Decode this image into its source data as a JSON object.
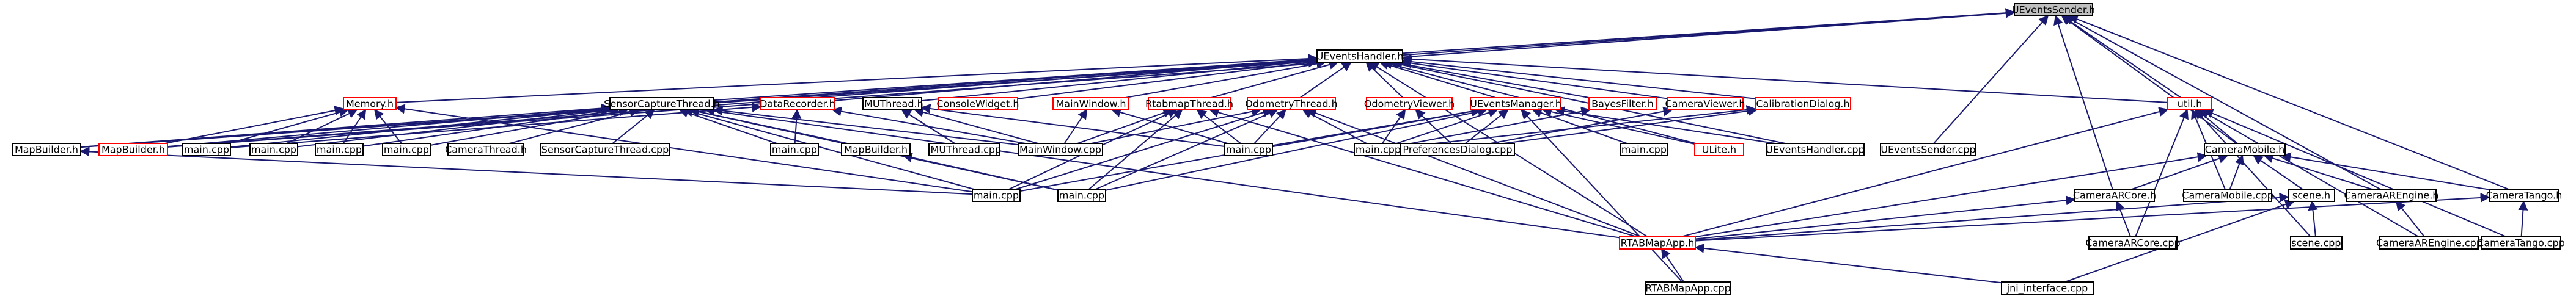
{
  "graph": {
    "colors": {
      "edge": "#191970",
      "node_border_normal": "#000000",
      "node_border_red": "#ff0000",
      "root_fill": "#bfbfbf",
      "node_fill": "#ffffff"
    },
    "nodes": [
      {
        "id": "n_uevents_sender_h",
        "label": "UEventsSender.h",
        "style": "root"
      },
      {
        "id": "n_uevents_handler_h",
        "label": "UEventsHandler.h",
        "style": "normal"
      },
      {
        "id": "n_memory_h",
        "label": "Memory.h",
        "style": "red"
      },
      {
        "id": "n_sensor_capture_thread_h",
        "label": "SensorCaptureThread.h",
        "style": "normal"
      },
      {
        "id": "n_datarecorder_h",
        "label": "DataRecorder.h",
        "style": "red"
      },
      {
        "id": "n_imuthread_h",
        "label": "IMUThread.h",
        "style": "normal"
      },
      {
        "id": "n_consolewidget_h",
        "label": "ConsoleWidget.h",
        "style": "red"
      },
      {
        "id": "n_mainwindow_h",
        "label": "MainWindow.h",
        "style": "red"
      },
      {
        "id": "n_rtabmapthread_h",
        "label": "RtabmapThread.h",
        "style": "red"
      },
      {
        "id": "n_odometrythread_h",
        "label": "OdometryThread.h",
        "style": "red"
      },
      {
        "id": "n_odometryviewer_h",
        "label": "OdometryViewer.h",
        "style": "red"
      },
      {
        "id": "n_ueventsmanager_h",
        "label": "UEventsManager.h",
        "style": "red"
      },
      {
        "id": "n_bayesfilter_h",
        "label": "BayesFilter.h",
        "style": "red"
      },
      {
        "id": "n_cameraviewer_h",
        "label": "CameraViewer.h",
        "style": "red"
      },
      {
        "id": "n_calibrationdialog_h",
        "label": "CalibrationDialog.h",
        "style": "red"
      },
      {
        "id": "n_util_h",
        "label": "util.h",
        "style": "red"
      },
      {
        "id": "n_mapbuilder_h_1",
        "label": "MapBuilder.h",
        "style": "normal"
      },
      {
        "id": "n_mapbuilder_h_2",
        "label": "MapBuilder.h",
        "style": "red"
      },
      {
        "id": "n_main_cpp_1",
        "label": "main.cpp",
        "style": "normal"
      },
      {
        "id": "n_main_cpp_2",
        "label": "main.cpp",
        "style": "normal"
      },
      {
        "id": "n_main_cpp_3",
        "label": "main.cpp",
        "style": "normal"
      },
      {
        "id": "n_main_cpp_4",
        "label": "main.cpp",
        "style": "normal"
      },
      {
        "id": "n_camerathread_h",
        "label": "CameraThread.h",
        "style": "normal"
      },
      {
        "id": "n_sensorcapturethread_cpp",
        "label": "SensorCaptureThread.cpp",
        "style": "normal"
      },
      {
        "id": "n_main_cpp_5",
        "label": "main.cpp",
        "style": "normal"
      },
      {
        "id": "n_mapbuilder_h_3",
        "label": "MapBuilder.h",
        "style": "normal"
      },
      {
        "id": "n_imuthread_cpp",
        "label": "IMUThread.cpp",
        "style": "normal"
      },
      {
        "id": "n_mainwindow_cpp",
        "label": "MainWindow.cpp",
        "style": "normal"
      },
      {
        "id": "n_main_cpp_6",
        "label": "main.cpp",
        "style": "normal"
      },
      {
        "id": "n_main_cpp_7",
        "label": "main.cpp",
        "style": "normal"
      },
      {
        "id": "n_preferencesdialog_cpp",
        "label": "PreferencesDialog.cpp",
        "style": "normal"
      },
      {
        "id": "n_main_cpp_8",
        "label": "main.cpp",
        "style": "normal"
      },
      {
        "id": "n_ulite_h",
        "label": "ULite.h",
        "style": "red"
      },
      {
        "id": "n_ueventshandler_cpp",
        "label": "UEventsHandler.cpp",
        "style": "normal"
      },
      {
        "id": "n_ueventssender_cpp",
        "label": "UEventsSender.cpp",
        "style": "normal"
      },
      {
        "id": "n_main_cpp_9",
        "label": "main.cpp",
        "style": "normal"
      },
      {
        "id": "n_main_cpp_10",
        "label": "main.cpp",
        "style": "normal"
      },
      {
        "id": "n_cameramobile_h",
        "label": "CameraMobile.h",
        "style": "normal"
      },
      {
        "id": "n_cameraarcore_h",
        "label": "CameraARCore.h",
        "style": "normal"
      },
      {
        "id": "n_cameramobile_cpp",
        "label": "CameraMobile.cpp",
        "style": "normal"
      },
      {
        "id": "n_scene_h",
        "label": "scene.h",
        "style": "normal"
      },
      {
        "id": "n_cameraarengine_h",
        "label": "CameraAREngine.h",
        "style": "normal"
      },
      {
        "id": "n_cameratango_h",
        "label": "CameraTango.h",
        "style": "normal"
      },
      {
        "id": "n_rtabmapapp_h",
        "label": "RTABMapApp.h",
        "style": "red"
      },
      {
        "id": "n_cameraarcore_cpp",
        "label": "CameraARCore.cpp",
        "style": "normal"
      },
      {
        "id": "n_scene_cpp",
        "label": "scene.cpp",
        "style": "normal"
      },
      {
        "id": "n_cameraarengine_cpp",
        "label": "CameraAREngine.cpp",
        "style": "normal"
      },
      {
        "id": "n_cameratango_cpp",
        "label": "CameraTango.cpp",
        "style": "normal"
      },
      {
        "id": "n_rtabmapapp_cpp",
        "label": "RTABMapApp.cpp",
        "style": "normal"
      },
      {
        "id": "n_jni_interface_cpp",
        "label": "jni_interface.cpp",
        "style": "normal"
      }
    ],
    "edges": [
      [
        "n_uevents_sender_h",
        "n_uevents_handler_h"
      ],
      [
        "n_uevents_sender_h",
        "n_util_h"
      ],
      [
        "n_uevents_sender_h",
        "n_cameramobile_h"
      ],
      [
        "n_uevents_sender_h",
        "n_cameraarcore_h"
      ],
      [
        "n_uevents_sender_h",
        "n_cameraarengine_h"
      ],
      [
        "n_uevents_sender_h",
        "n_cameratango_h"
      ],
      [
        "n_uevents_sender_h",
        "n_ueventssender_cpp"
      ],
      [
        "n_uevents_sender_h",
        "n_mapbuilder_h_1"
      ],
      [
        "n_uevents_sender_h",
        "n_mapbuilder_h_2"
      ],
      [
        "n_uevents_handler_h",
        "n_memory_h"
      ],
      [
        "n_uevents_handler_h",
        "n_sensor_capture_thread_h"
      ],
      [
        "n_uevents_handler_h",
        "n_datarecorder_h"
      ],
      [
        "n_uevents_handler_h",
        "n_imuthread_h"
      ],
      [
        "n_uevents_handler_h",
        "n_consolewidget_h"
      ],
      [
        "n_uevents_handler_h",
        "n_mainwindow_h"
      ],
      [
        "n_uevents_handler_h",
        "n_rtabmapthread_h"
      ],
      [
        "n_uevents_handler_h",
        "n_odometrythread_h"
      ],
      [
        "n_uevents_handler_h",
        "n_odometryviewer_h"
      ],
      [
        "n_uevents_handler_h",
        "n_ueventsmanager_h"
      ],
      [
        "n_uevents_handler_h",
        "n_bayesfilter_h"
      ],
      [
        "n_uevents_handler_h",
        "n_cameraviewer_h"
      ],
      [
        "n_uevents_handler_h",
        "n_calibrationdialog_h"
      ],
      [
        "n_uevents_handler_h",
        "n_util_h"
      ],
      [
        "n_uevents_handler_h",
        "n_ulite_h"
      ],
      [
        "n_uevents_handler_h",
        "n_ueventshandler_cpp"
      ],
      [
        "n_uevents_handler_h",
        "n_rtabmapapp_h"
      ],
      [
        "n_uevents_handler_h",
        "n_mapbuilder_h_1"
      ],
      [
        "n_uevents_handler_h",
        "n_mapbuilder_h_2"
      ],
      [
        "n_memory_h",
        "n_mapbuilder_h_2"
      ],
      [
        "n_memory_h",
        "n_main_cpp_1"
      ],
      [
        "n_memory_h",
        "n_main_cpp_2"
      ],
      [
        "n_memory_h",
        "n_main_cpp_3"
      ],
      [
        "n_memory_h",
        "n_main_cpp_4"
      ],
      [
        "n_memory_h",
        "n_main_cpp_9"
      ],
      [
        "n_sensor_capture_thread_h",
        "n_mapbuilder_h_1"
      ],
      [
        "n_sensor_capture_thread_h",
        "n_mapbuilder_h_2"
      ],
      [
        "n_sensor_capture_thread_h",
        "n_main_cpp_1"
      ],
      [
        "n_sensor_capture_thread_h",
        "n_main_cpp_2"
      ],
      [
        "n_sensor_capture_thread_h",
        "n_main_cpp_3"
      ],
      [
        "n_sensor_capture_thread_h",
        "n_main_cpp_4"
      ],
      [
        "n_sensor_capture_thread_h",
        "n_camerathread_h"
      ],
      [
        "n_sensor_capture_thread_h",
        "n_sensorcapturethread_cpp"
      ],
      [
        "n_sensor_capture_thread_h",
        "n_main_cpp_5"
      ],
      [
        "n_sensor_capture_thread_h",
        "n_mapbuilder_h_3"
      ],
      [
        "n_sensor_capture_thread_h",
        "n_main_cpp_9"
      ],
      [
        "n_sensor_capture_thread_h",
        "n_main_cpp_10"
      ],
      [
        "n_sensor_capture_thread_h",
        "n_mainwindow_cpp"
      ],
      [
        "n_sensor_capture_thread_h",
        "n_rtabmapapp_h"
      ],
      [
        "n_datarecorder_h",
        "n_main_cpp_5"
      ],
      [
        "n_datarecorder_h",
        "n_mainwindow_cpp"
      ],
      [
        "n_datarecorder_h",
        "n_main_cpp_1"
      ],
      [
        "n_imuthread_h",
        "n_imuthread_cpp"
      ],
      [
        "n_imuthread_h",
        "n_mainwindow_cpp"
      ],
      [
        "n_imuthread_h",
        "n_main_cpp_6"
      ],
      [
        "n_mainwindow_h",
        "n_mainwindow_cpp"
      ],
      [
        "n_mainwindow_h",
        "n_main_cpp_6"
      ],
      [
        "n_rtabmapthread_h",
        "n_main_cpp_6"
      ],
      [
        "n_rtabmapthread_h",
        "n_main_cpp_9"
      ],
      [
        "n_rtabmapthread_h",
        "n_main_cpp_10"
      ],
      [
        "n_rtabmapthread_h",
        "n_rtabmapapp_h"
      ],
      [
        "n_rtabmapthread_h",
        "n_mainwindow_cpp"
      ],
      [
        "n_odometrythread_h",
        "n_main_cpp_6"
      ],
      [
        "n_odometrythread_h",
        "n_main_cpp_7"
      ],
      [
        "n_odometrythread_h",
        "n_main_cpp_9"
      ],
      [
        "n_odometrythread_h",
        "n_main_cpp_10"
      ],
      [
        "n_odometrythread_h",
        "n_mainwindow_cpp"
      ],
      [
        "n_odometrythread_h",
        "n_rtabmapapp_h"
      ],
      [
        "n_odometryviewer_h",
        "n_preferencesdialog_cpp"
      ],
      [
        "n_odometryviewer_h",
        "n_main_cpp_7"
      ],
      [
        "n_ueventsmanager_h",
        "n_main_cpp_6"
      ],
      [
        "n_ueventsmanager_h",
        "n_main_cpp_7"
      ],
      [
        "n_ueventsmanager_h",
        "n_preferencesdialog_cpp"
      ],
      [
        "n_ueventsmanager_h",
        "n_main_cpp_8"
      ],
      [
        "n_ueventsmanager_h",
        "n_ulite_h"
      ],
      [
        "n_ueventsmanager_h",
        "n_ueventshandler_cpp"
      ],
      [
        "n_ueventsmanager_h",
        "n_main_cpp_9"
      ],
      [
        "n_ueventsmanager_h",
        "n_main_cpp_10"
      ],
      [
        "n_ueventsmanager_h",
        "n_rtabmapapp_cpp"
      ],
      [
        "n_bayesfilter_h",
        "n_main_cpp_7"
      ],
      [
        "n_cameraviewer_h",
        "n_preferencesdialog_cpp"
      ],
      [
        "n_calibrationdialog_h",
        "n_preferencesdialog_cpp"
      ],
      [
        "n_calibrationdialog_h",
        "n_main_cpp_7"
      ],
      [
        "n_util_h",
        "n_cameramobile_h"
      ],
      [
        "n_util_h",
        "n_cameramobile_cpp"
      ],
      [
        "n_util_h",
        "n_cameraarcore_cpp"
      ],
      [
        "n_util_h",
        "n_scene_cpp"
      ],
      [
        "n_util_h",
        "n_cameraarengine_cpp"
      ],
      [
        "n_util_h",
        "n_cameratango_cpp"
      ],
      [
        "n_util_h",
        "n_rtabmapapp_h"
      ],
      [
        "n_mapbuilder_h_1",
        "n_main_cpp_9"
      ],
      [
        "n_mapbuilder_h_3",
        "n_main_cpp_10"
      ],
      [
        "n_cameramobile_h",
        "n_cameraarcore_h"
      ],
      [
        "n_cameramobile_h",
        "n_cameramobile_cpp"
      ],
      [
        "n_cameramobile_h",
        "n_scene_h"
      ],
      [
        "n_cameramobile_h",
        "n_cameraarengine_h"
      ],
      [
        "n_cameramobile_h",
        "n_cameratango_h"
      ],
      [
        "n_cameramobile_h",
        "n_rtabmapapp_h"
      ],
      [
        "n_cameraarcore_h",
        "n_cameraarcore_cpp"
      ],
      [
        "n_cameraarcore_h",
        "n_rtabmapapp_h"
      ],
      [
        "n_scene_h",
        "n_scene_cpp"
      ],
      [
        "n_scene_h",
        "n_rtabmapapp_h"
      ],
      [
        "n_scene_h",
        "n_jni_interface_cpp"
      ],
      [
        "n_cameraarengine_h",
        "n_cameraarengine_cpp"
      ],
      [
        "n_cameratango_h",
        "n_cameratango_cpp"
      ],
      [
        "n_cameratango_h",
        "n_rtabmapapp_h"
      ],
      [
        "n_rtabmapapp_h",
        "n_rtabmapapp_cpp"
      ],
      [
        "n_rtabmapapp_h",
        "n_jni_interface_cpp"
      ]
    ]
  }
}
